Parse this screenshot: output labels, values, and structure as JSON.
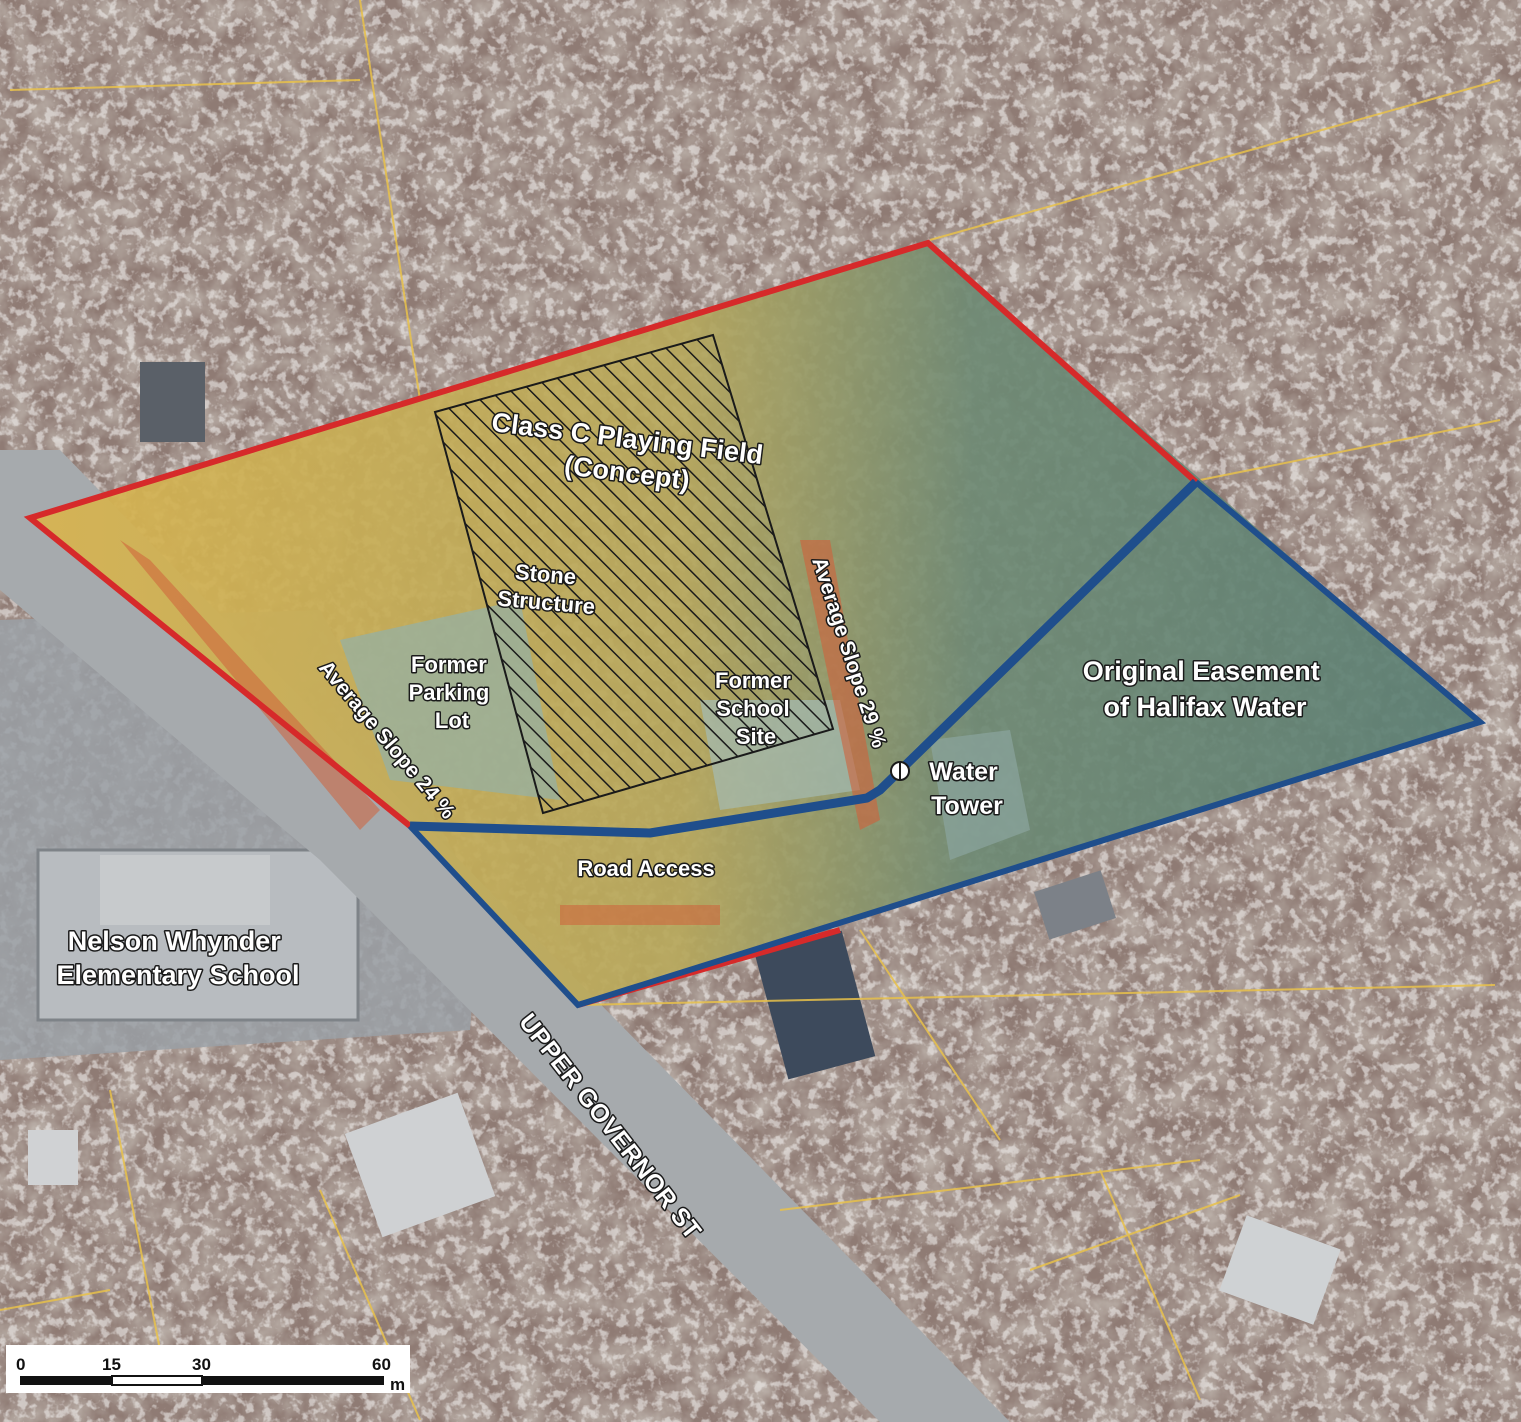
{
  "labels": {
    "playing_field_line1": "Class C Playing Field",
    "playing_field_line2": "(Concept)",
    "stone_structure_line1": "Stone",
    "stone_structure_line2": "Structure",
    "former_parking_line1": "Former",
    "former_parking_line2": "Parking",
    "former_parking_line3": "Lot",
    "former_school_line1": "Former",
    "former_school_line2": "School",
    "former_school_line3": "Site",
    "slope_left": "Average Slope 24 %",
    "slope_right": "Average Slope 29 %",
    "water_tower_line1": "Water",
    "water_tower_line2": "Tower",
    "easement_line1": "Original Easement",
    "easement_line2": "of Halifax Water",
    "road_access": "Road Access",
    "school_line1": "Nelson Whynder",
    "school_line2": "Elementary School",
    "street": "UPPER GOVERNOR ST"
  },
  "scale_bar": {
    "ticks": [
      "0",
      "15",
      "30",
      "60"
    ],
    "unit": "m"
  },
  "colors": {
    "site_boundary": "#d62a2a",
    "easement_boundary": "#1f4e8c",
    "parcel_lines": "#e8c14a",
    "field_hatch": "#1a1a1a"
  }
}
